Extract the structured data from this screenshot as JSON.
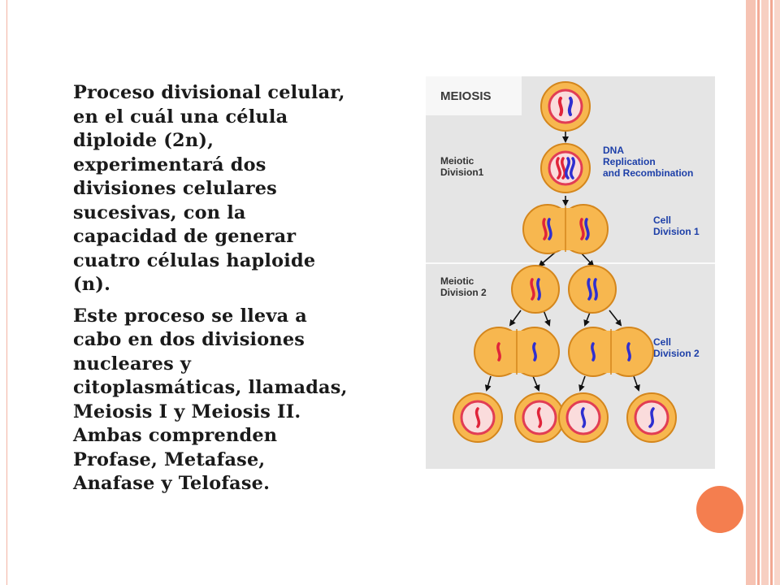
{
  "slide": {
    "paragraphs": [
      "Proceso divisional celular, en el cuál una célula diploide (2n), experimentará dos divisiones celulares sucesivas, con la capacidad de generar cuatro células haploide (n).",
      "Este proceso se lleva a cabo en dos divisiones nucleares y citoplasmáticas, llamadas, Meiosis I y Meiosis II. Ambas comprenden Profase, Metafase, Anafase y Telofase."
    ]
  },
  "diagram": {
    "title": "MEIOSIS",
    "labels": {
      "meiotic_division_1": [
        "Meiotic",
        "Division1"
      ],
      "dna_replication": [
        "DNA",
        "Replication",
        "and Recombination"
      ],
      "cell_division_1": [
        "Cell",
        "Division 1"
      ],
      "meiotic_division_2": [
        "Meiotic",
        "Division 2"
      ],
      "cell_division_2": [
        "Cell",
        "Division 2"
      ]
    },
    "colors": {
      "background": "#e5e5e5",
      "title_box": "#f7f7f7",
      "cell_fill": "#f7b74f",
      "cell_outline": "#d4861c",
      "nucleus_ring": "#e23d54",
      "nucleus_fill": "#fadcdc",
      "chrom_red": "#e0243a",
      "chrom_blue": "#2f2fd0",
      "label_blue": "#1d3fa8",
      "accent_circle": "#f47e4f"
    }
  }
}
